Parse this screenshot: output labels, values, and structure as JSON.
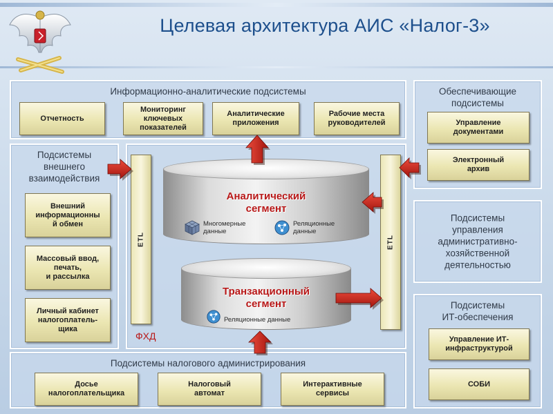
{
  "title": "Целевая архитектура АИС «Налог-3»",
  "panels": {
    "ia": {
      "title": "Информационно-аналитические подсистемы",
      "items": [
        "Отчетность",
        "Мониторинг\nключевых\nпоказателей",
        "Аналитические\nприложения",
        "Рабочие места\nруководителей"
      ]
    },
    "support": {
      "title": "Обеспечивающие\nподсистемы",
      "items": [
        "Управление\nдокументами",
        "Электронный\nархив"
      ]
    },
    "external": {
      "title": "Подсистемы\nвнешнего\nвзаимодействия",
      "items": [
        "Внешний\nинформационны\nй обмен",
        "Массовый ввод,\nпечать,\nи рассылка",
        "Личный кабинет\nналогоплатель-\nщика"
      ]
    },
    "admin": {
      "title": "Подсистемы\nуправления\nадминистративно-\nхозяйственной\nдеятельностью"
    },
    "it": {
      "title": "Подсистемы\nИТ-обеспечения",
      "items": [
        "Управление ИТ-\nинфраструктурой",
        "СОБИ"
      ]
    },
    "tax": {
      "title": "Подсистемы налогового администрирования",
      "items": [
        "Досье\nналогоплательщика",
        "Налоговый\nавтомат",
        "Интерактивные\nсервисы"
      ]
    }
  },
  "core": {
    "etl_label": "ETL",
    "analytic": {
      "title": "Аналитический\nсегмент",
      "multidim": "Многомерные\nданные",
      "relational": "Реляционные\nданные"
    },
    "transaction": {
      "title": "Транзакционный\nсегмент",
      "relational": "Реляционные данные"
    },
    "fhd_label": "ФХД"
  },
  "colors": {
    "title": "#1d4f8c",
    "segment_title": "#b81818",
    "arrow": "#c0221f",
    "box": "#ebe6b2"
  },
  "icons": {
    "emblem": "russian-eagle-emblem-icon",
    "cube": "cube-data-icon",
    "globe": "network-globe-icon",
    "arrow": "red-arrow-icon"
  }
}
